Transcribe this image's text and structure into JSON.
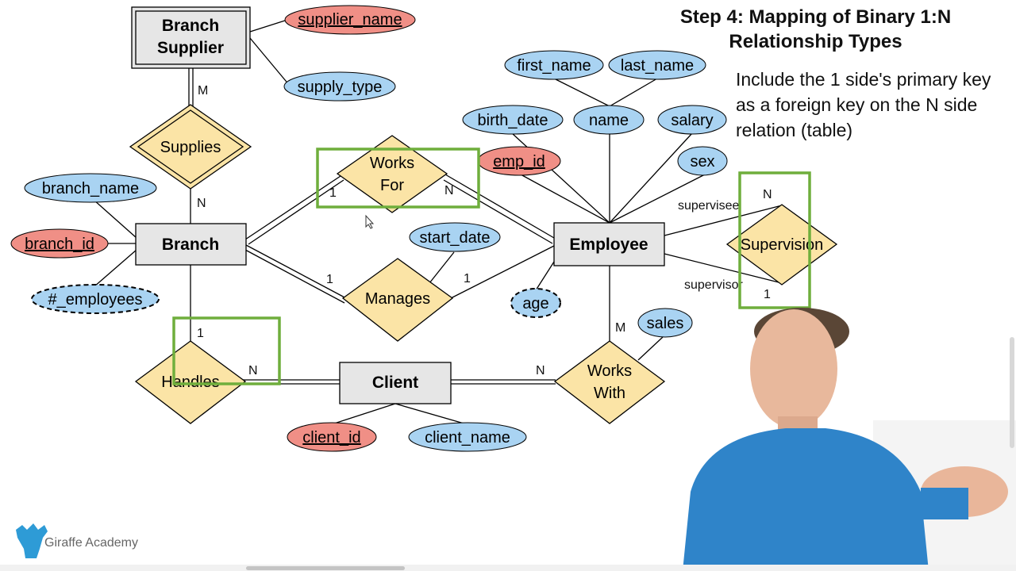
{
  "slide": {
    "title": "Step 4: Mapping of Binary 1:N Relationship Types",
    "note": "Include the 1 side's primary key as a foreign key on the N side relation (table)",
    "brand": "Giraffe Academy"
  },
  "diagram": {
    "entities": {
      "branch_supplier_line1": "Branch",
      "branch_supplier_line2": "Supplier",
      "branch": "Branch",
      "employee": "Employee",
      "client": "Client"
    },
    "relationships": {
      "supplies": "Supplies",
      "works_for_line1": "Works",
      "works_for_line2": "For",
      "manages": "Manages",
      "handles": "Handles",
      "works_with_line1": "Works",
      "works_with_line2": "With",
      "supervision": "Supervision"
    },
    "attributes": {
      "supplier_name": "supplier_name",
      "supply_type": "supply_type",
      "branch_name": "branch_name",
      "branch_id": "branch_id",
      "num_employees": "#_employees",
      "start_date": "start_date",
      "emp_id": "emp_id",
      "birth_date": "birth_date",
      "name": "name",
      "first_name": "first_name",
      "last_name": "last_name",
      "salary": "salary",
      "sex": "sex",
      "age": "age",
      "sales": "sales",
      "client_id": "client_id",
      "client_name": "client_name"
    },
    "cardinalities": {
      "supplies_m": "M",
      "supplies_n": "N",
      "works_for_1": "1",
      "works_for_n": "N",
      "manages_branch_1": "1",
      "manages_employee_1": "1",
      "handles_1": "1",
      "handles_n": "N",
      "works_with_m": "M",
      "works_with_n": "N",
      "supervision_n": "N",
      "supervision_1": "1"
    },
    "roles": {
      "supervisee": "supervisee",
      "supervisor": "supervisor"
    },
    "colors": {
      "entity_fill": "#e6e6e6",
      "relationship_fill": "#fbe4a6",
      "attribute_fill": "#a9d3f2",
      "key_attribute_fill": "#f08f86",
      "highlight": "#6fae3c"
    }
  }
}
